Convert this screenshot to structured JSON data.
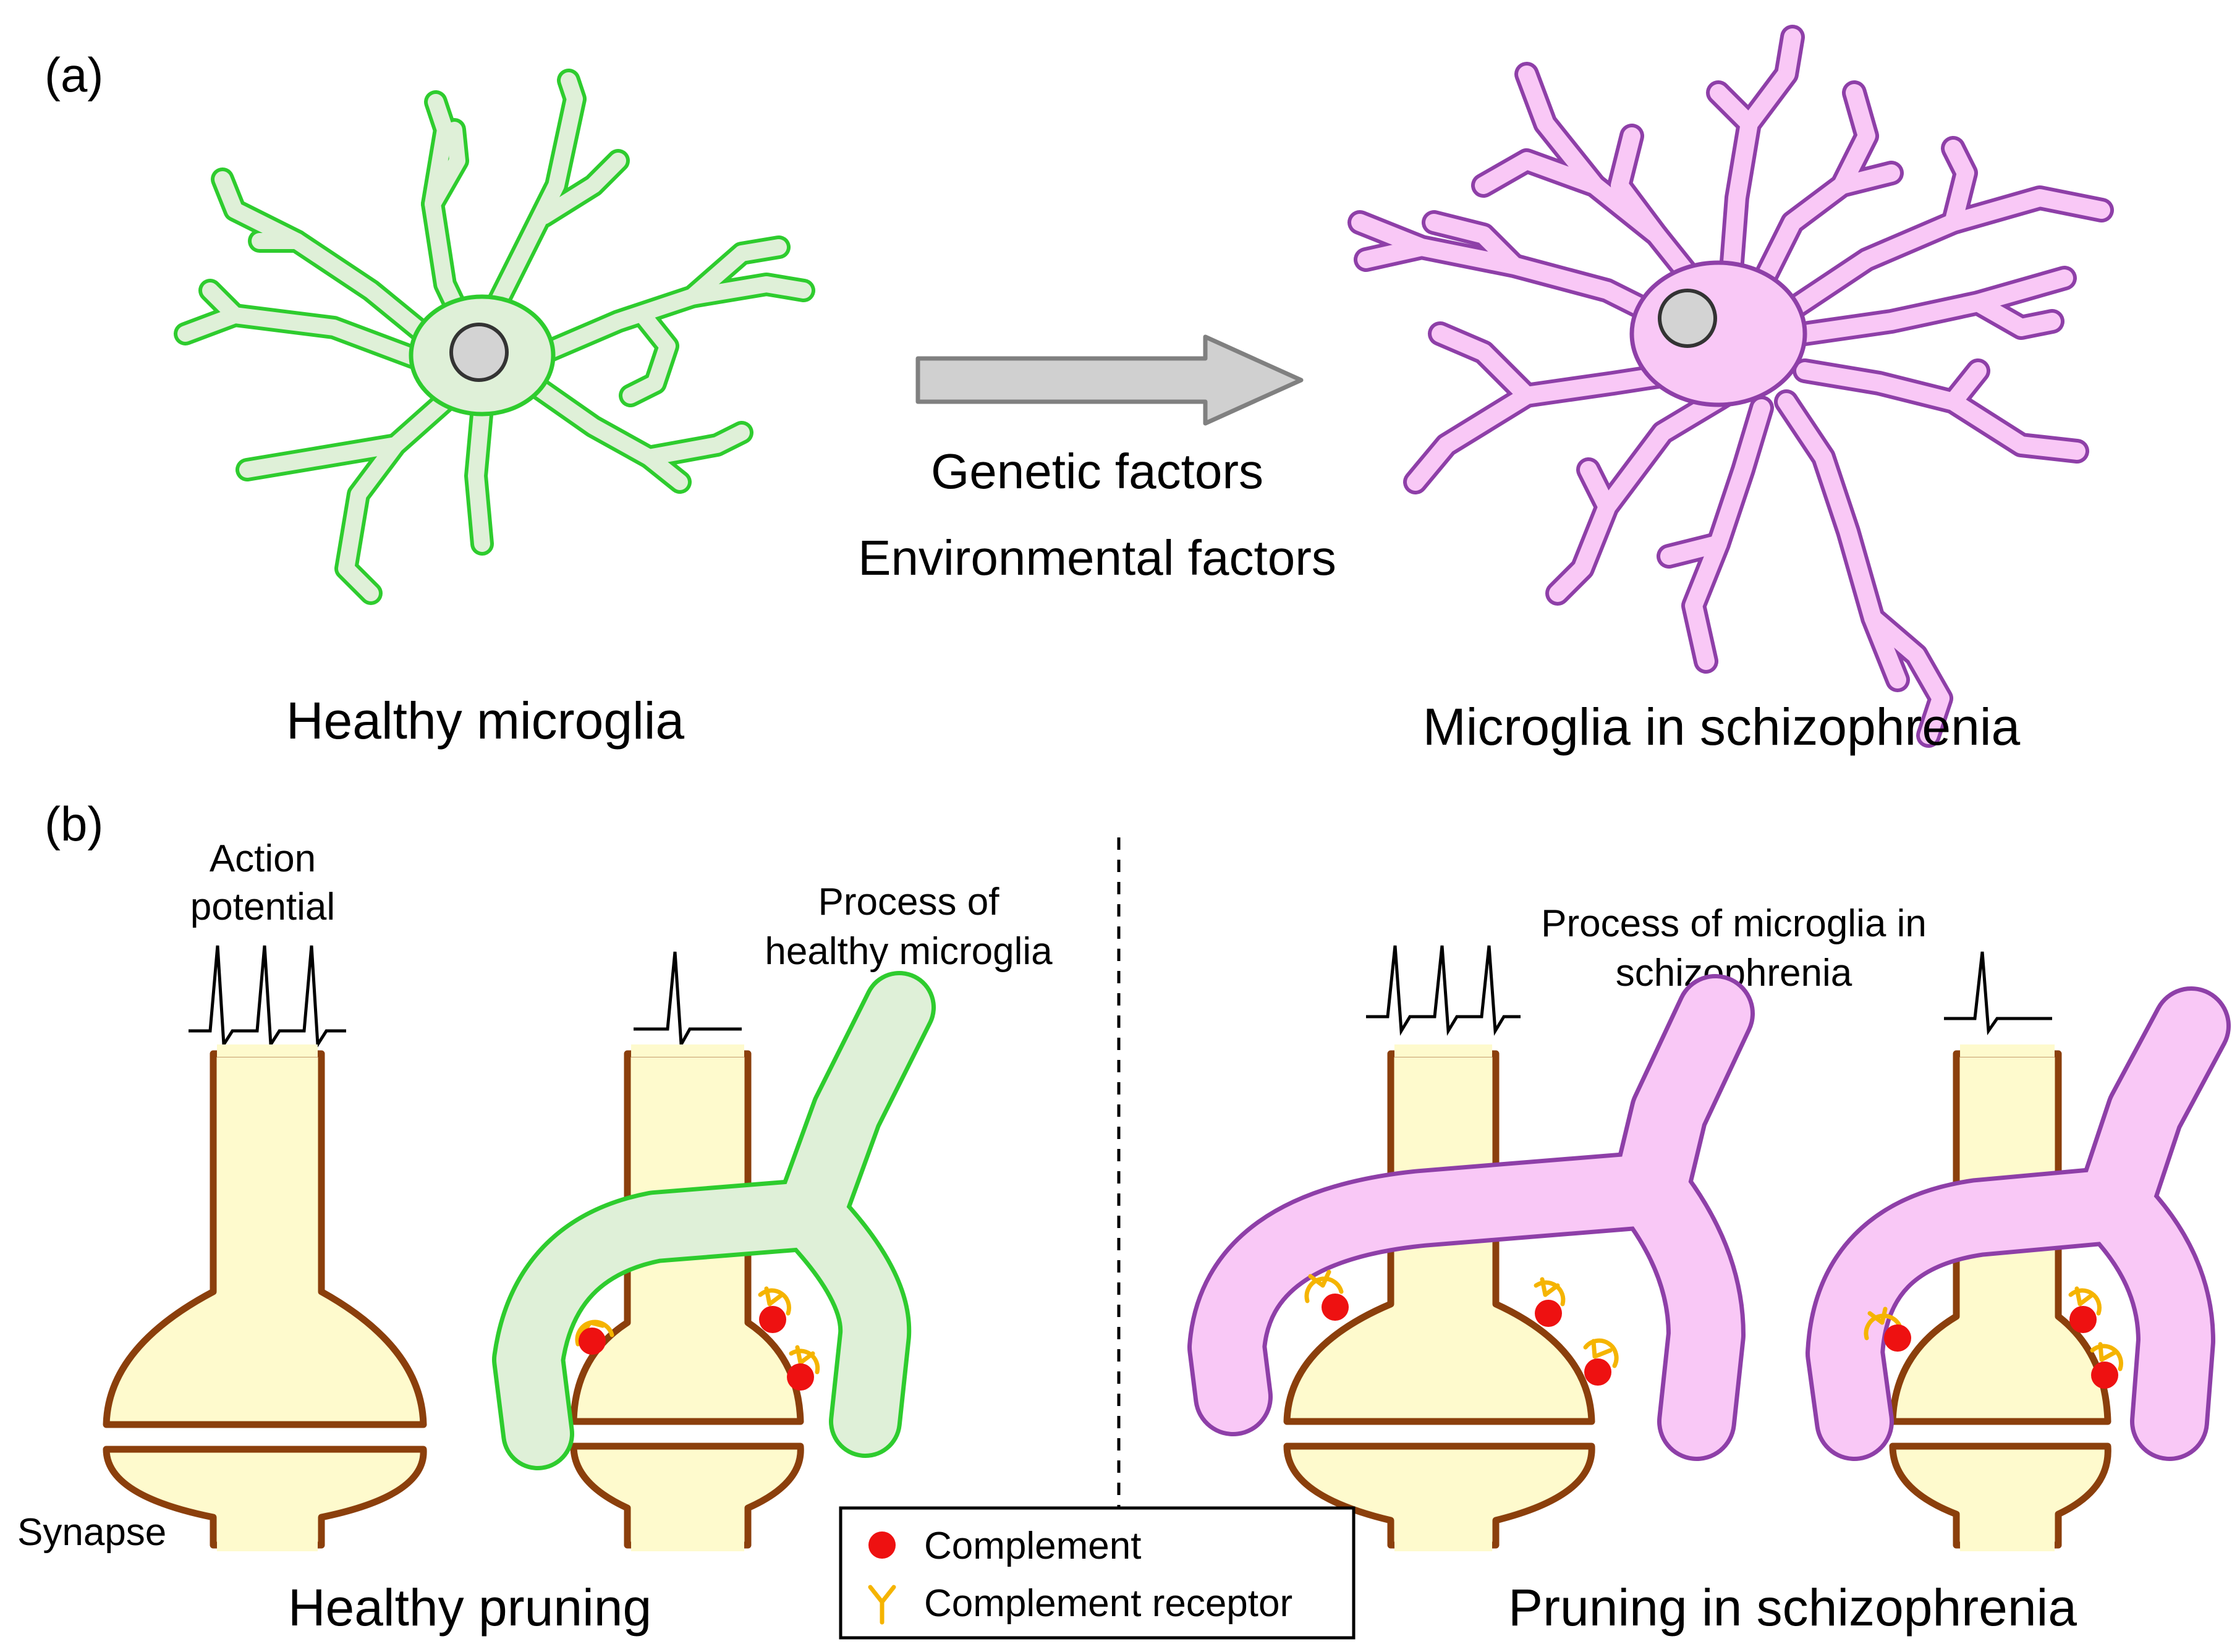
{
  "panel_a": {
    "label": "(a)",
    "healthy_caption": "Healthy microglia",
    "schizo_caption": "Microglia in schizophrenia",
    "factor_1": "Genetic factors",
    "factor_2": "Environmental factors"
  },
  "panel_b": {
    "label": "(b)",
    "action_line1": "Action",
    "action_line2": "potential",
    "healthy_process_line1": "Process of",
    "healthy_process_line2": "healthy microglia",
    "schizo_process_line1": "Process of microglia in",
    "schizo_process_line2": "schizophrenia",
    "synapse_label": "Synapse",
    "healthy_caption": "Healthy pruning",
    "schizo_caption": "Pruning in schizophrenia"
  },
  "legend": {
    "complement": "Complement",
    "receptor": "Complement receptor"
  },
  "colors": {
    "healthy_microglia": "#2ecc2e",
    "healthy_fill": "#dff0d8",
    "schizo_microglia": "#8e3fa8",
    "schizo_fill": "#f9c8f6",
    "neuron_outline": "#8b3f0c",
    "neuron_fill": "#fefacd",
    "complement": "#ee1111",
    "receptor": "#f5b400"
  }
}
